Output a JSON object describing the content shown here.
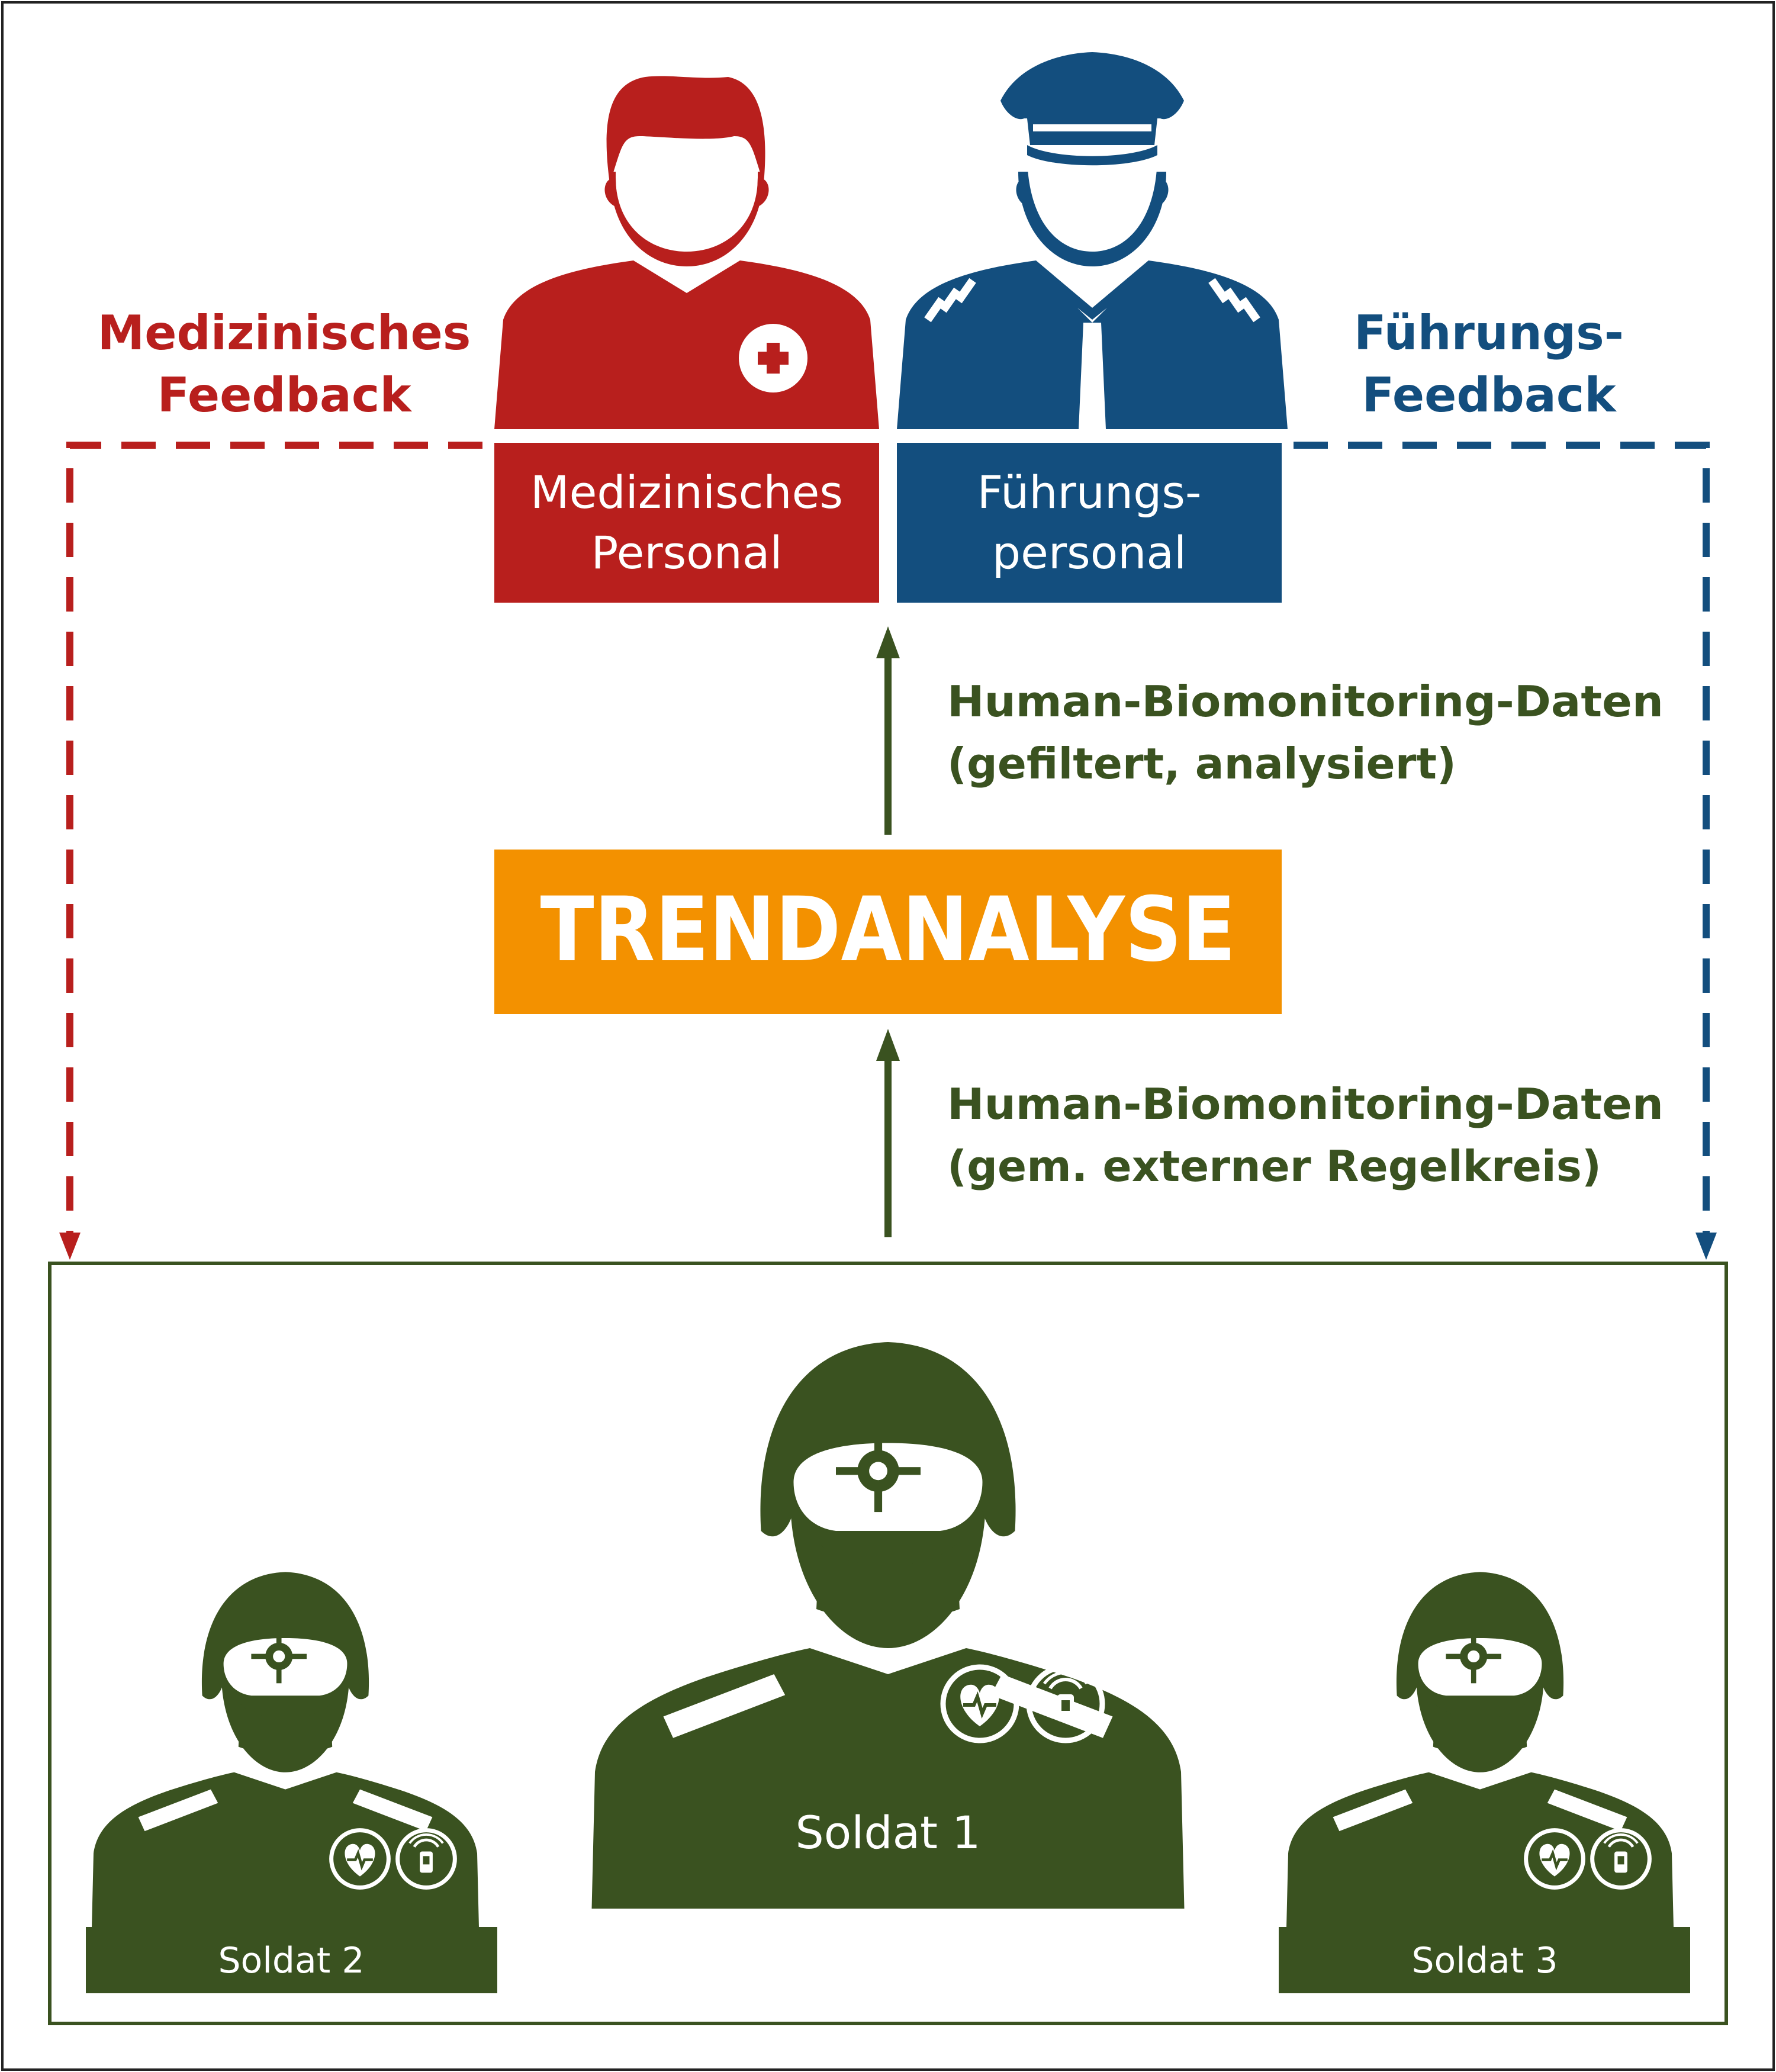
{
  "colors": {
    "medical": "#b81f1d",
    "command": "#134e7e",
    "trend": "#f39100",
    "soldier": "#3a5220",
    "white": "#ffffff",
    "frame": "#222222"
  },
  "feedback": {
    "medical": {
      "line1": "Medizinisches",
      "line2": "Feedback"
    },
    "command": {
      "line1": "Führungs-",
      "line2": "Feedback"
    }
  },
  "roles": {
    "medical": {
      "line1": "Medizinisches",
      "line2": "Personal",
      "icon": "medical-cross-icon"
    },
    "command": {
      "line1": "Führungs-",
      "line2": "personal",
      "icon": "officer-cap-icon"
    }
  },
  "trend": {
    "label": "TRENDANALYSE"
  },
  "dataflow": {
    "upper": {
      "line1": "Human-Biomonitoring-Daten",
      "line2": "(gefiltert, analysiert)"
    },
    "lower": {
      "line1": "Human-Biomonitoring-Daten",
      "line2": "(gem. externer Regelkreis)"
    }
  },
  "soldiers": [
    {
      "label": "Soldat 1"
    },
    {
      "label": "Soldat 2"
    },
    {
      "label": "Soldat 3"
    }
  ],
  "soldier_icons": [
    "heart-monitor-icon",
    "wearable-sensor-icon"
  ]
}
